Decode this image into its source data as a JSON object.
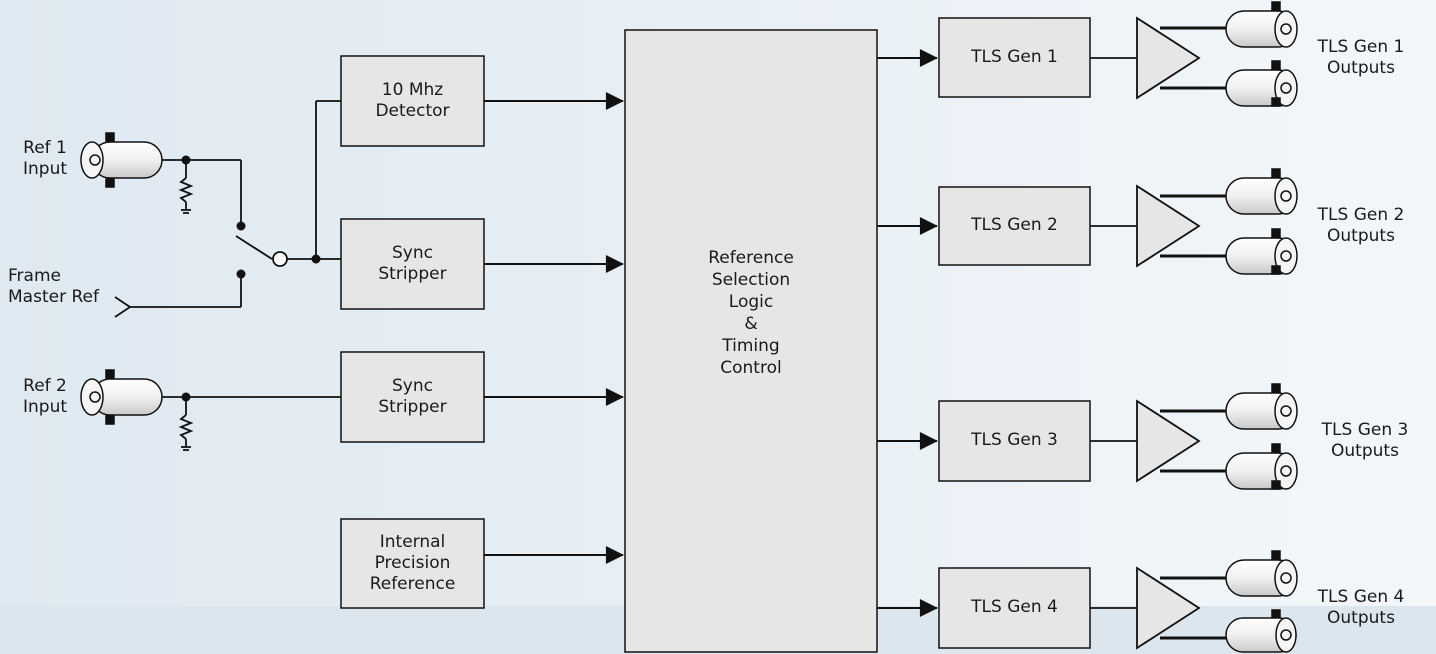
{
  "inputs": {
    "ref1": [
      "Ref 1",
      "Input"
    ],
    "frame_master": [
      "Frame",
      "Master Ref"
    ],
    "ref2": [
      "Ref 2",
      "Input"
    ]
  },
  "blocks": {
    "detector": [
      "10 Mhz",
      "Detector"
    ],
    "sync1": [
      "Sync",
      "Stripper"
    ],
    "sync2": [
      "Sync",
      "Stripper"
    ],
    "internal_ref": [
      "Internal",
      "Precision",
      "Reference"
    ],
    "central": [
      "Reference",
      "Selection",
      "Logic",
      "&",
      "Timing",
      "Control"
    ],
    "tls1": "TLS Gen 1",
    "tls2": "TLS Gen 2",
    "tls3": "TLS Gen 3",
    "tls4": "TLS Gen 4"
  },
  "outputs": {
    "out1": [
      "TLS Gen 1",
      "Outputs"
    ],
    "out2": [
      "TLS Gen 2",
      "Outputs"
    ],
    "out3": [
      "TLS Gen 3",
      "Outputs"
    ],
    "out4": [
      "TLS Gen 4",
      "Outputs"
    ]
  },
  "colors": {
    "block_fill": "#e6e6e6",
    "line": "#111111",
    "background": "#e9f1f7"
  }
}
